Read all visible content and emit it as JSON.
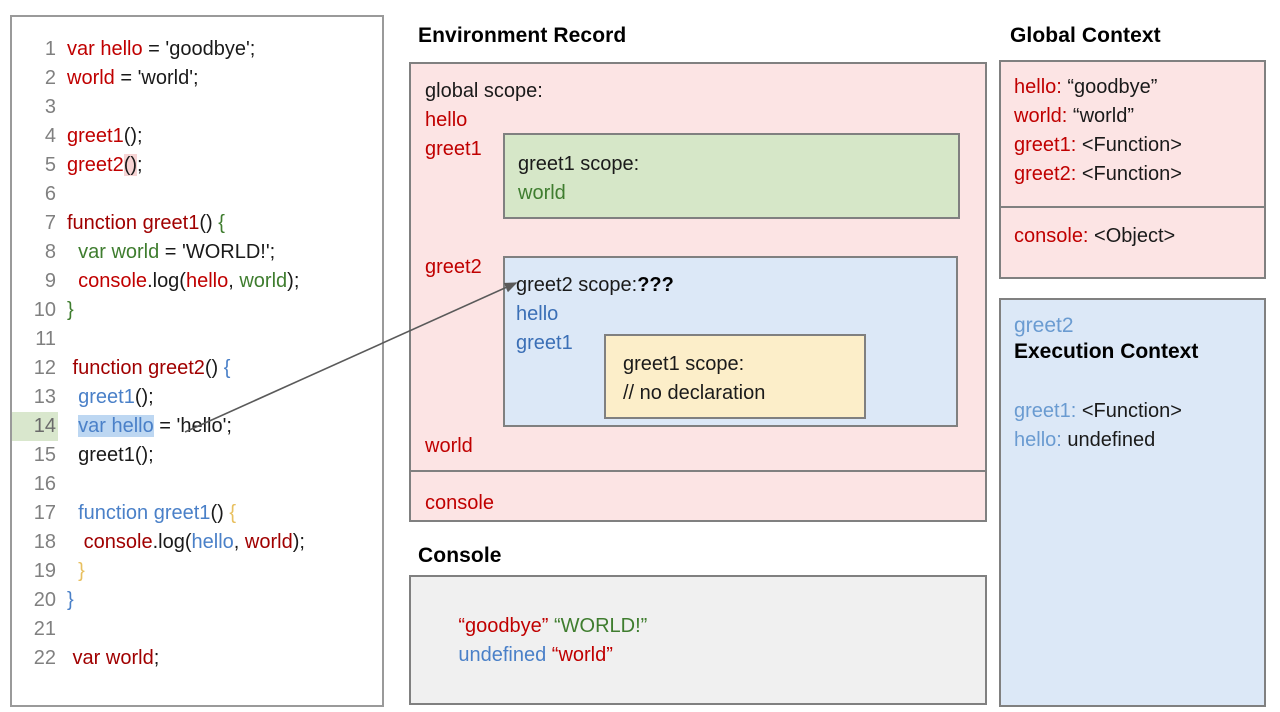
{
  "code_panel": {
    "lines": [
      {
        "n": "1",
        "mark": false,
        "spans": [
          {
            "t": "var hello",
            "c": "t-red"
          },
          {
            "t": " = ",
            "c": "t-black"
          },
          {
            "t": "'goodbye';",
            "c": "t-black"
          }
        ]
      },
      {
        "n": "2",
        "mark": false,
        "spans": [
          {
            "t": "world",
            "c": "t-red"
          },
          {
            "t": " = 'world';",
            "c": "t-black"
          }
        ]
      },
      {
        "n": "3",
        "mark": false,
        "spans": []
      },
      {
        "n": "4",
        "mark": false,
        "spans": [
          {
            "t": "greet1",
            "c": "t-red"
          },
          {
            "t": "();",
            "c": "t-black"
          }
        ]
      },
      {
        "n": "5",
        "mark": false,
        "spans": [
          {
            "t": "greet2",
            "c": "t-red"
          },
          {
            "t": "()",
            "c": "t-black hl-pink"
          },
          {
            "t": ";",
            "c": "t-black"
          }
        ]
      },
      {
        "n": "6",
        "mark": false,
        "spans": []
      },
      {
        "n": "7",
        "mark": false,
        "spans": [
          {
            "t": "function greet1",
            "c": "t-dred"
          },
          {
            "t": "() ",
            "c": "t-black"
          },
          {
            "t": "{",
            "c": "t-green"
          }
        ]
      },
      {
        "n": "8",
        "mark": false,
        "spans": [
          {
            "t": "  var world",
            "c": "t-green"
          },
          {
            "t": " = 'WORLD!';",
            "c": "t-black"
          }
        ]
      },
      {
        "n": "9",
        "mark": false,
        "spans": [
          {
            "t": "  console",
            "c": "t-red"
          },
          {
            "t": ".log(",
            "c": "t-black"
          },
          {
            "t": "hello",
            "c": "t-red"
          },
          {
            "t": ", ",
            "c": "t-black"
          },
          {
            "t": "world",
            "c": "t-green"
          },
          {
            "t": ");",
            "c": "t-black"
          }
        ]
      },
      {
        "n": "10",
        "mark": false,
        "spans": [
          {
            "t": "}",
            "c": "t-green"
          }
        ]
      },
      {
        "n": "11",
        "mark": false,
        "spans": []
      },
      {
        "n": "12",
        "mark": false,
        "spans": [
          {
            "t": " function greet2",
            "c": "t-dred"
          },
          {
            "t": "() ",
            "c": "t-black"
          },
          {
            "t": "{",
            "c": "t-blue"
          }
        ]
      },
      {
        "n": "13",
        "mark": false,
        "spans": [
          {
            "t": "  greet1",
            "c": "t-blue"
          },
          {
            "t": "();",
            "c": "t-black"
          }
        ]
      },
      {
        "n": "14",
        "mark": true,
        "spans": [
          {
            "t": "  ",
            "c": "t-black"
          },
          {
            "t": "var hello",
            "c": "t-blue hl-blue"
          },
          {
            "t": " = 'hello';",
            "c": "t-black"
          }
        ]
      },
      {
        "n": "15",
        "mark": false,
        "spans": [
          {
            "t": "  greet1();",
            "c": "t-black"
          }
        ]
      },
      {
        "n": "16",
        "mark": false,
        "spans": []
      },
      {
        "n": "17",
        "mark": false,
        "spans": [
          {
            "t": "  function greet1",
            "c": "t-blue"
          },
          {
            "t": "() ",
            "c": "t-black"
          },
          {
            "t": "{",
            "c": "t-yellow"
          }
        ]
      },
      {
        "n": "18",
        "mark": false,
        "spans": [
          {
            "t": "   console",
            "c": "t-dred"
          },
          {
            "t": ".log(",
            "c": "t-black"
          },
          {
            "t": "hello",
            "c": "t-blue"
          },
          {
            "t": ", ",
            "c": "t-black"
          },
          {
            "t": "world",
            "c": "t-dred"
          },
          {
            "t": ");",
            "c": "t-black"
          }
        ]
      },
      {
        "n": "19",
        "mark": false,
        "spans": [
          {
            "t": "  }",
            "c": "t-yellow"
          }
        ]
      },
      {
        "n": "20",
        "mark": false,
        "spans": [
          {
            "t": "}",
            "c": "t-blue"
          }
        ]
      },
      {
        "n": "21",
        "mark": false,
        "spans": []
      },
      {
        "n": "22",
        "mark": false,
        "spans": [
          {
            "t": " var world",
            "c": "t-dred"
          },
          {
            "t": ";",
            "c": "t-black"
          }
        ]
      }
    ]
  },
  "environment_record": {
    "title": "Environment Record",
    "global_scope_label": "global scope:",
    "bindings": {
      "hello": "hello",
      "greet1": "greet1",
      "greet2": "greet2",
      "world": "world",
      "console": "console"
    },
    "greet1_scope": {
      "title": "greet1 scope:",
      "var": "world"
    },
    "greet2_scope": {
      "title": "greet2 scope:",
      "unknown_marker": "???",
      "hello": "hello",
      "greet1": "greet1",
      "inner_greet1_scope": {
        "title": "greet1 scope:",
        "comment": "// no declaration"
      }
    }
  },
  "console_panel": {
    "title": "Console",
    "line1": {
      "first": "“goodbye”",
      "second": "“WORLD!”"
    },
    "line2": {
      "first": "undefined",
      "second": "“world”"
    }
  },
  "global_context": {
    "title": "Global Context",
    "rows": [
      {
        "key": "hello:",
        "value": " “goodbye”"
      },
      {
        "key": "world:",
        "value": " “world”"
      },
      {
        "key": "greet1:",
        "value": " <Function>"
      },
      {
        "key": "greet2:",
        "value": " <Function>"
      }
    ],
    "console_row": {
      "key": "console:",
      "value": " <Object>"
    }
  },
  "execution_context": {
    "name": "greet2",
    "heading": "Execution Context",
    "rows": [
      {
        "key": "greet1:",
        "value": " <Function>"
      },
      {
        "key": "hello:",
        "value": " undefined"
      }
    ]
  },
  "colors": {
    "pink_fill": "#fce4e4",
    "green_fill": "#d6e7c8",
    "blue_fill": "#dce8f7",
    "yellow_fill": "#fceec9",
    "grey_fill": "#f0f0f0",
    "border": "#808080",
    "red_text": "#c00000",
    "blue_text": "#4a80c8",
    "green_text": "#3f7d2f"
  }
}
